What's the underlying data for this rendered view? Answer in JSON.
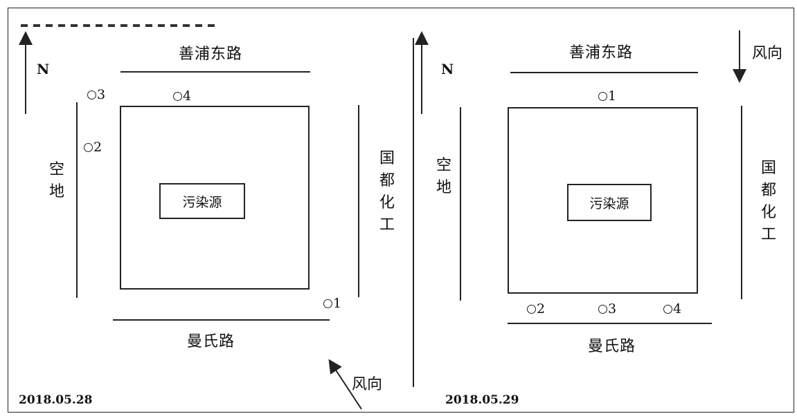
{
  "left_panel": {
    "north_label": "N",
    "top_road": "善浦东路",
    "bottom_road": "曼氏路",
    "left_area": "空地",
    "right_area": "国都化工",
    "source_label": "污染源",
    "points": [
      "1",
      "2",
      "3",
      "4"
    ],
    "wind_label": "风向",
    "date": "2018.05.28"
  },
  "right_panel": {
    "north_label": "N",
    "top_road": "善浦东路",
    "bottom_road": "曼氏路",
    "left_area": "空地",
    "right_area": "国都化工",
    "source_label": "污染源",
    "points": [
      "1",
      "2",
      "3",
      "4"
    ],
    "wind_label": "风向",
    "date": "2018.05.29"
  }
}
